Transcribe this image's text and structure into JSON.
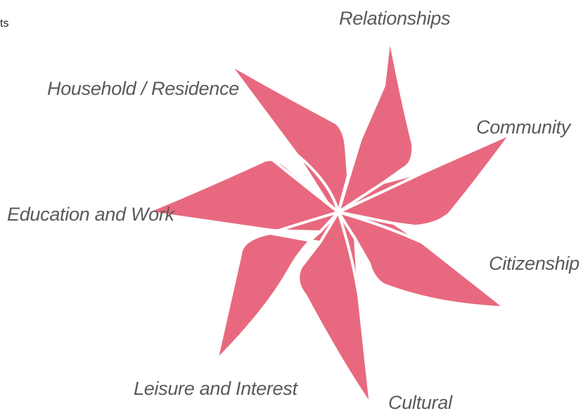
{
  "corner_text": "ts",
  "colors": {
    "blade": "#e8697f",
    "divider": "#ffffff",
    "label": "#5a5a5a"
  },
  "labels": {
    "relationships": "Relationships",
    "household": "Household / Residence",
    "community": "Community",
    "education": "Education and Work",
    "citizenship": "Citizenship",
    "leisure": "Leisure and Interest",
    "cultural": "Cultural"
  }
}
